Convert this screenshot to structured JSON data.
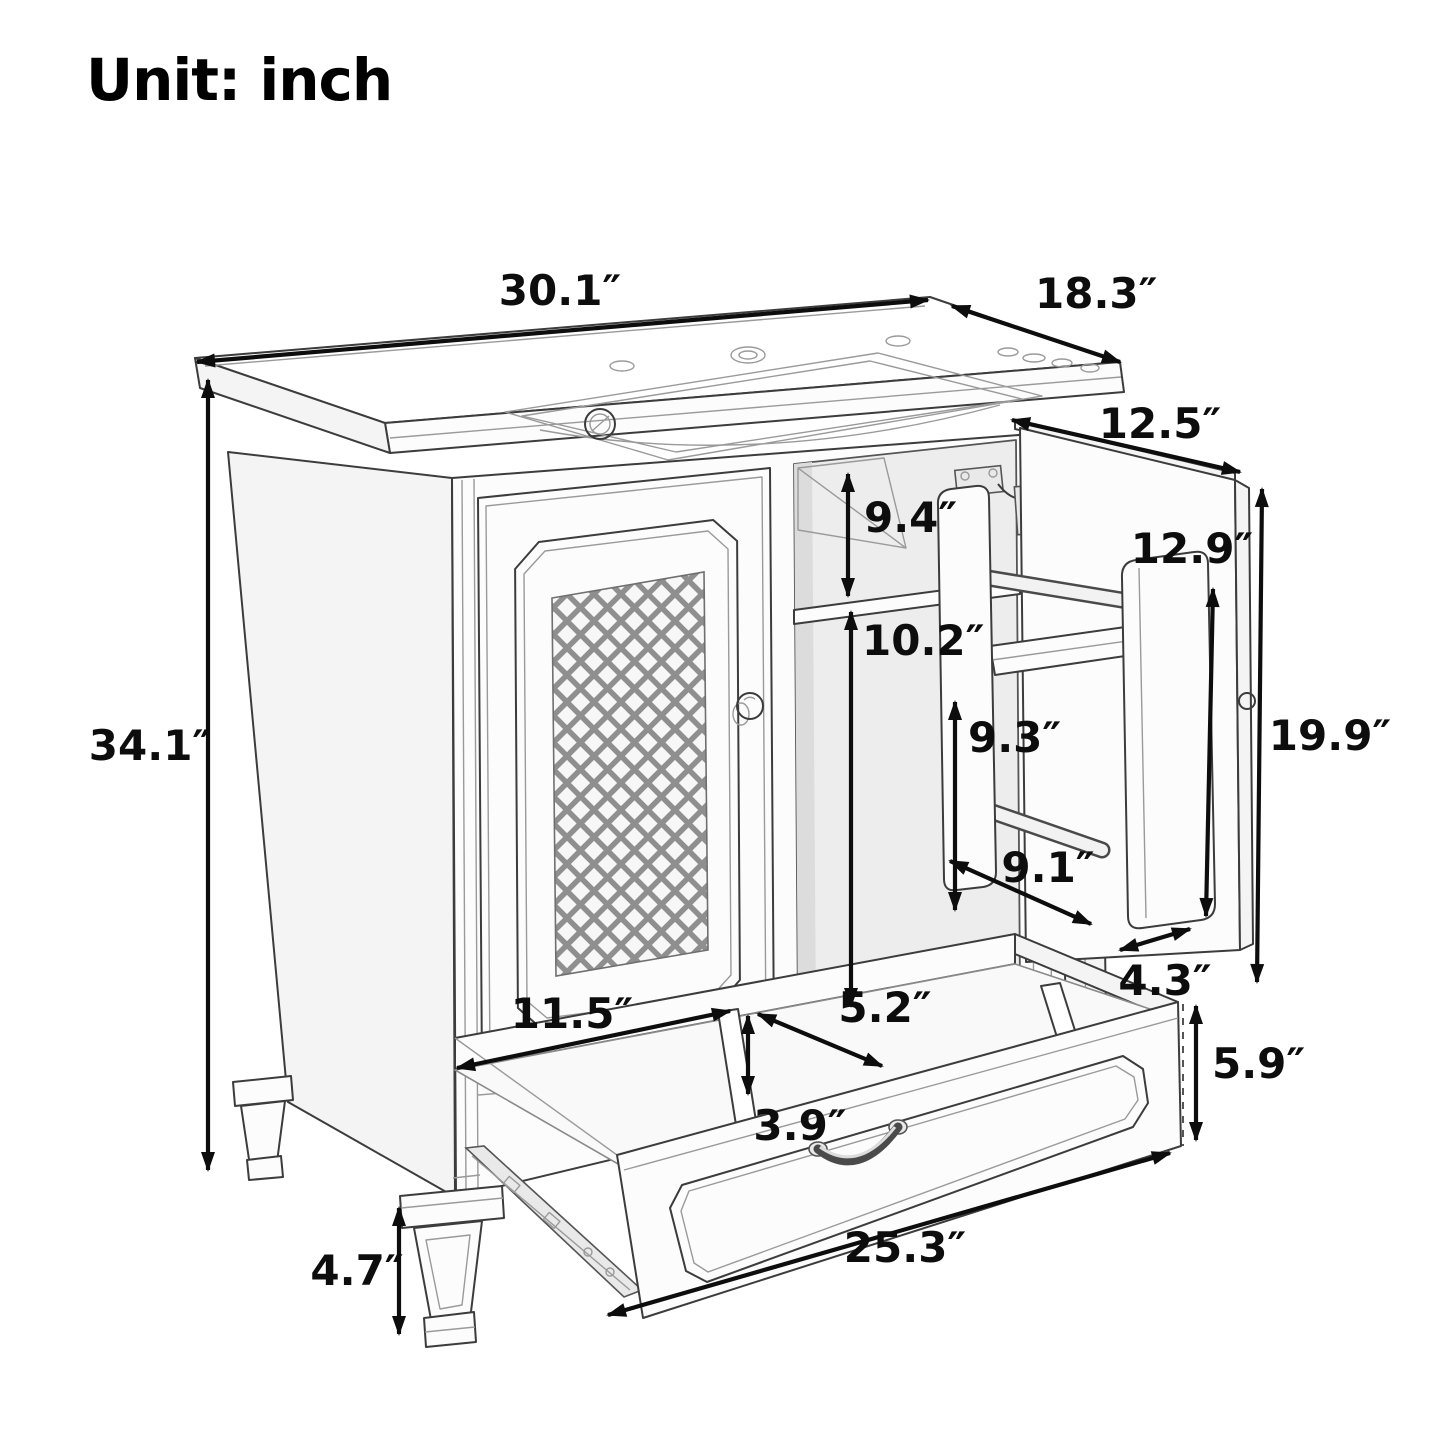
{
  "title": {
    "text": "Unit: inch"
  },
  "diagram": {
    "subject": "Bathroom vanity cabinet technical line drawing: ceramic sink top with three faucet holes, lattice-front left door, open right door with two-tier storage rack, pull-out divided drawer, tapered legs",
    "unit": "inch",
    "dimensions": {
      "sink_top_width": {
        "label": "30.1″",
        "value": 30.1,
        "part": "sink top width"
      },
      "sink_top_depth": {
        "label": "18.3″",
        "value": 18.3,
        "part": "sink top depth"
      },
      "overall_height": {
        "label": "34.1″",
        "value": 34.1,
        "part": "overall height"
      },
      "door_width": {
        "label": "12.5″",
        "value": 12.5,
        "part": "right door width"
      },
      "upper_compartment_height": {
        "label": "9.4″",
        "value": 9.4,
        "part": "space above internal shelf"
      },
      "lower_compartment_height": {
        "label": "10.2″",
        "value": 10.2,
        "part": "space below internal shelf"
      },
      "rack_height": {
        "label": "12.9″",
        "value": 12.9,
        "part": "door storage rack height"
      },
      "door_height": {
        "label": "19.9″",
        "value": 19.9,
        "part": "right door height"
      },
      "rack_clearance": {
        "label": "9.3″",
        "value": 9.3,
        "part": "clearance under rack shelf"
      },
      "rack_rail_length": {
        "label": "9.1″",
        "value": 9.1,
        "part": "rack rail length"
      },
      "rack_depth": {
        "label": "4.3″",
        "value": 4.3,
        "part": "rack depth"
      },
      "drawer_left_section_width": {
        "label": "11.5″",
        "value": 11.5,
        "part": "drawer left compartment width"
      },
      "drawer_right_section_width": {
        "label": "5.2″",
        "value": 5.2,
        "part": "drawer middle compartment width"
      },
      "drawer_inner_depth": {
        "label": "3.9″",
        "value": 3.9,
        "part": "drawer inner depth"
      },
      "drawer_front_height": {
        "label": "5.9″",
        "value": 5.9,
        "part": "drawer front height"
      },
      "drawer_width": {
        "label": "25.3″",
        "value": 25.3,
        "part": "drawer width"
      },
      "leg_height": {
        "label": "4.7″",
        "value": 4.7,
        "part": "leg height"
      }
    }
  }
}
